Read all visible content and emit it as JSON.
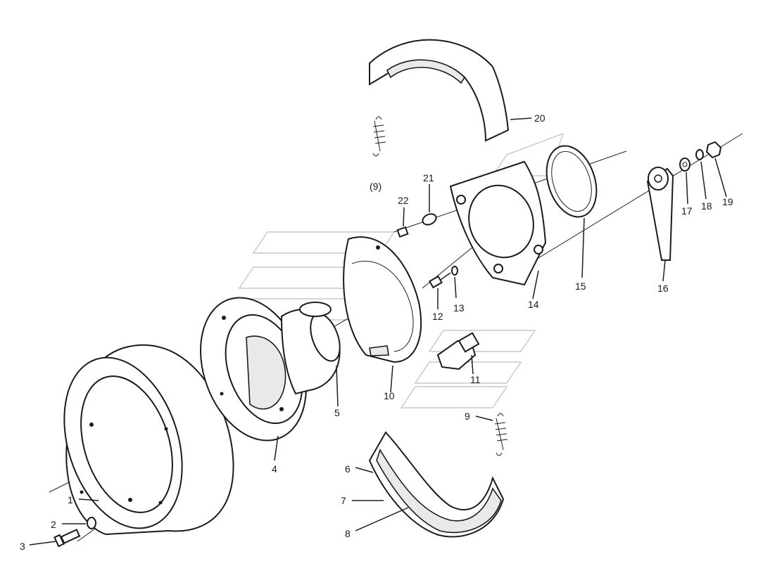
{
  "callouts": {
    "c1": "1",
    "c2": "2",
    "c3": "3",
    "c4": "4",
    "c5": "5",
    "c6": "6",
    "c7": "7",
    "c8": "8",
    "c9": "9",
    "c9b": "(9)",
    "c10": "10",
    "c11": "11",
    "c12": "12",
    "c13": "13",
    "c14": "14",
    "c15": "15",
    "c16": "16",
    "c17": "17",
    "c18": "18",
    "c19": "19",
    "c20": "20",
    "c21": "21",
    "c22": "22"
  }
}
